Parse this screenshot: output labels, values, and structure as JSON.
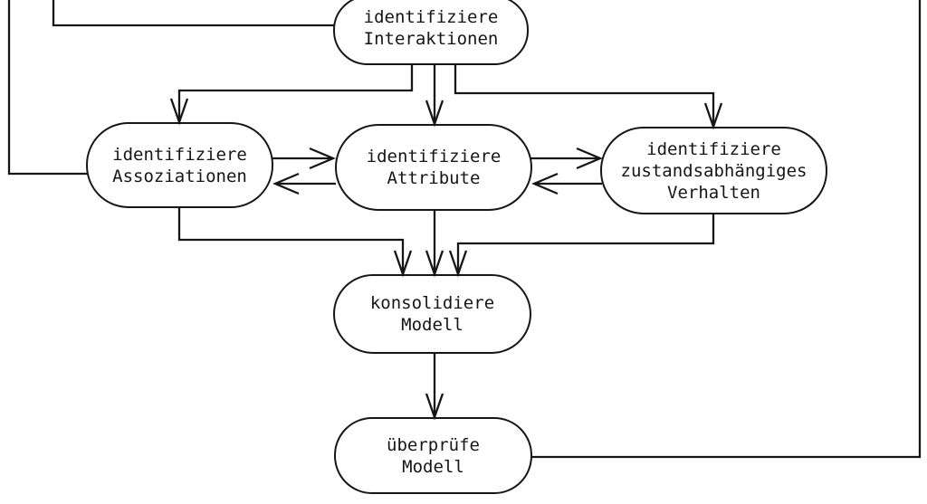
{
  "diagram": {
    "type": "flowchart",
    "language": "de",
    "colors": {
      "background": "#ffffff",
      "line": "#161616"
    },
    "nodes": [
      {
        "id": "identifiziere-interaktionen",
        "shape": "stadium",
        "lines": [
          "identifiziere",
          "Interaktionen"
        ]
      },
      {
        "id": "identifiziere-assoziationen",
        "shape": "stadium",
        "lines": [
          "identifiziere",
          "Assoziationen"
        ]
      },
      {
        "id": "identifiziere-attribute",
        "shape": "stadium",
        "lines": [
          "identifiziere",
          "Attribute"
        ]
      },
      {
        "id": "identifiziere-zustandsabhaengiges-verhalten",
        "shape": "stadium",
        "lines": [
          "identifiziere",
          "zustandsabhängiges",
          "Verhalten"
        ]
      },
      {
        "id": "konsolidiere-modell",
        "shape": "stadium",
        "lines": [
          "konsolidiere",
          "Modell"
        ]
      },
      {
        "id": "ueberpruefe-modell",
        "shape": "stadium",
        "lines": [
          "überprüfe",
          "Modell"
        ]
      }
    ],
    "edges": [
      {
        "from": "offscreen-top",
        "to": "identifiziere-interaktionen",
        "arrowhead": false
      },
      {
        "from": "offscreen-top",
        "to": "identifiziere-assoziationen",
        "arrowhead": false
      },
      {
        "from": "identifiziere-interaktionen",
        "to": "identifiziere-assoziationen",
        "arrowhead": true
      },
      {
        "from": "identifiziere-interaktionen",
        "to": "identifiziere-attribute",
        "arrowhead": true
      },
      {
        "from": "identifiziere-interaktionen",
        "to": "identifiziere-zustandsabhaengiges-verhalten",
        "arrowhead": true
      },
      {
        "from": "identifiziere-assoziationen",
        "to": "identifiziere-attribute",
        "arrowhead": true
      },
      {
        "from": "identifiziere-attribute",
        "to": "identifiziere-assoziationen",
        "arrowhead": true
      },
      {
        "from": "identifiziere-attribute",
        "to": "identifiziere-zustandsabhaengiges-verhalten",
        "arrowhead": true
      },
      {
        "from": "identifiziere-zustandsabhaengiges-verhalten",
        "to": "identifiziere-attribute",
        "arrowhead": true
      },
      {
        "from": "identifiziere-assoziationen",
        "to": "konsolidiere-modell",
        "arrowhead": true
      },
      {
        "from": "identifiziere-attribute",
        "to": "konsolidiere-modell",
        "arrowhead": true
      },
      {
        "from": "identifiziere-zustandsabhaengiges-verhalten",
        "to": "konsolidiere-modell",
        "arrowhead": true
      },
      {
        "from": "konsolidiere-modell",
        "to": "ueberpruefe-modell",
        "arrowhead": true
      },
      {
        "from": "ueberpruefe-modell",
        "to": "offscreen-top",
        "arrowhead": false
      }
    ]
  }
}
